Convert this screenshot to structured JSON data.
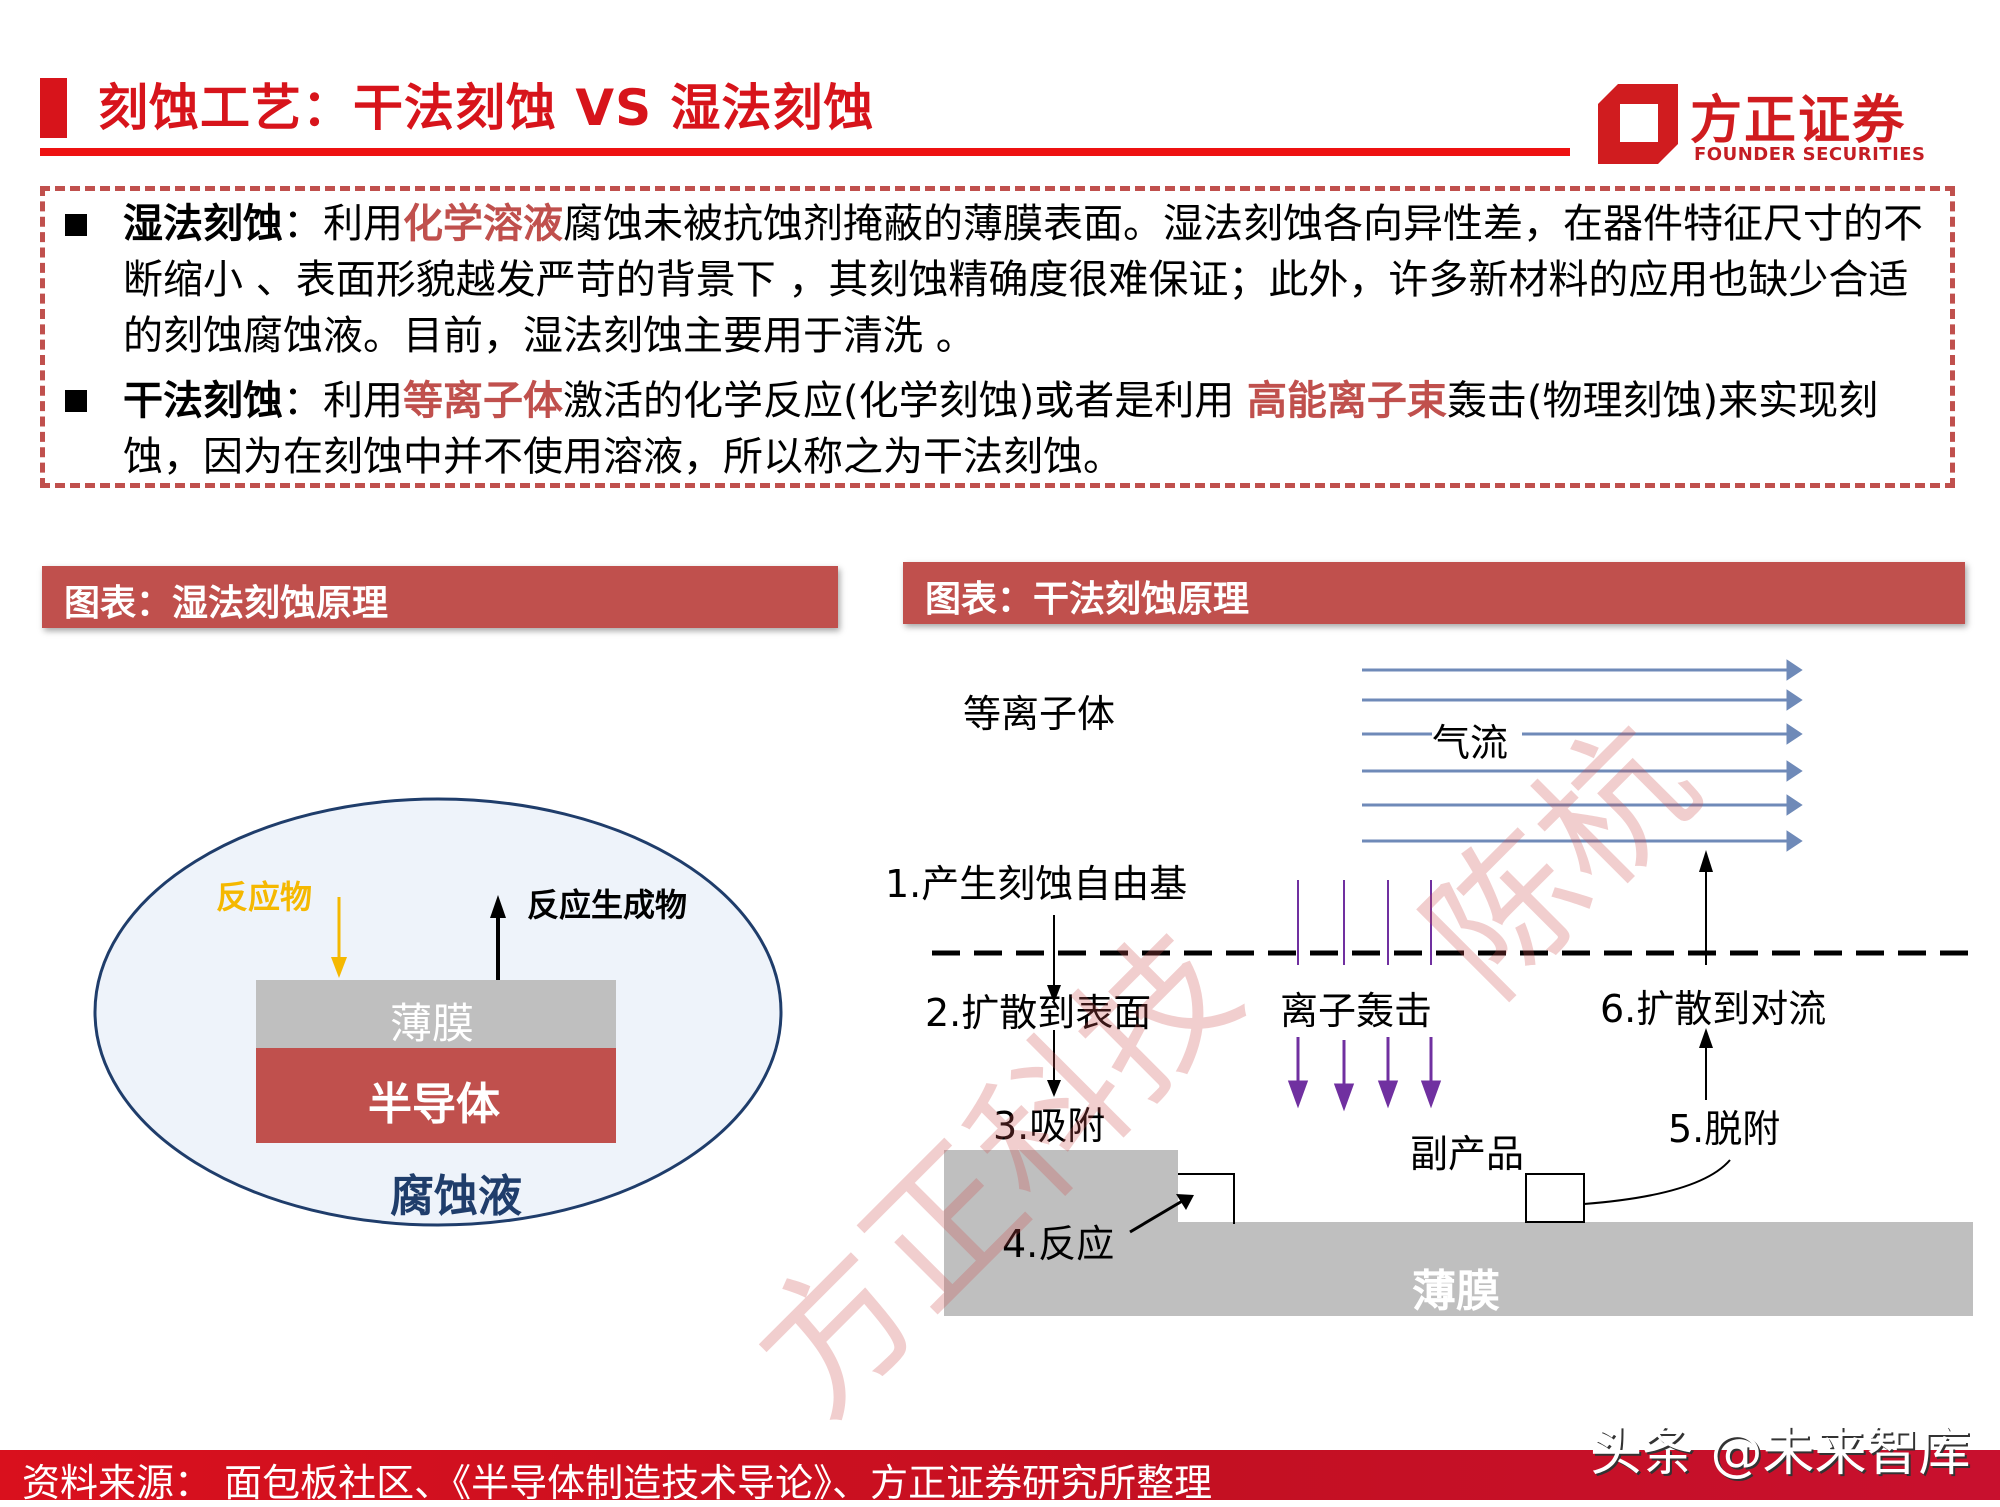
{
  "header": {
    "title": "刻蚀工艺：干法刻蚀 VS 湿法刻蚀",
    "logo": {
      "name_cn": "方正证券",
      "name_en": "FOUNDER SECURITIES",
      "icon": "founder-logo-icon",
      "color": "#d01c1f"
    }
  },
  "summary_box": {
    "border_color": "#c0504d",
    "items": [
      {
        "keyword": "湿法刻蚀",
        "sep": "：利用",
        "highlight": "化学溶液",
        "rest": "腐蚀未被抗蚀剂掩蔽的薄膜表面。湿法刻蚀各向异性差，在器件特征尺寸的不断缩小 、表面形貌越发严苛的背景下 ，其刻蚀精确度很难保证；此外，许多新材料的应用也缺少合适的刻蚀腐蚀液。目前，湿法刻蚀主要用于清洗 。"
      },
      {
        "keyword": "干法刻蚀",
        "sep": "：利用",
        "highlight": "等离子体",
        "mid": "激活的化学反应(化学刻蚀)或者是利用 ",
        "highlight2": "高能离子束",
        "rest": "轰击(物理刻蚀)来实现刻蚀，因为在刻蚀中并不使用溶液，所以称之为干法刻蚀。"
      }
    ]
  },
  "wet_figure": {
    "header": "图表：湿法刻蚀原理",
    "reactant": "反应物",
    "product": "反应生成物",
    "film": "薄膜",
    "semiconductor": "半导体",
    "solution": "腐蚀液",
    "colors": {
      "reactant": "#f5b800",
      "film": "#bfbfbf",
      "semiconductor": "#c0504d",
      "solution_text": "#1f3d6b",
      "ellipse_fill": "#eef3fa",
      "ellipse_stroke": "#1f3d6b"
    }
  },
  "dry_figure": {
    "header": "图表：干法刻蚀原理",
    "plasma": "等离子体",
    "gas_flow": "气流",
    "step1": "1.产生刻蚀自由基",
    "step2": "2.扩散到表面",
    "step3": "3.吸附",
    "step4": "4.反应",
    "step5": "5.脱附",
    "step6": "6.扩散到对流",
    "ion_bombard": "离子轰击",
    "byproduct": "副产品",
    "film": "薄膜",
    "colors": {
      "flow_arrow": "#6f8ab8",
      "ion_arrow": "#7030a0",
      "film": "#bfbfbf"
    }
  },
  "watermarks": [
    "方正科技",
    "陈杭"
  ],
  "footer": {
    "source": "资料来源： 面包板社区、《半导体制造技术导论》、方正证券研究所整理",
    "platform_watermark": "头条 @未来智库"
  }
}
